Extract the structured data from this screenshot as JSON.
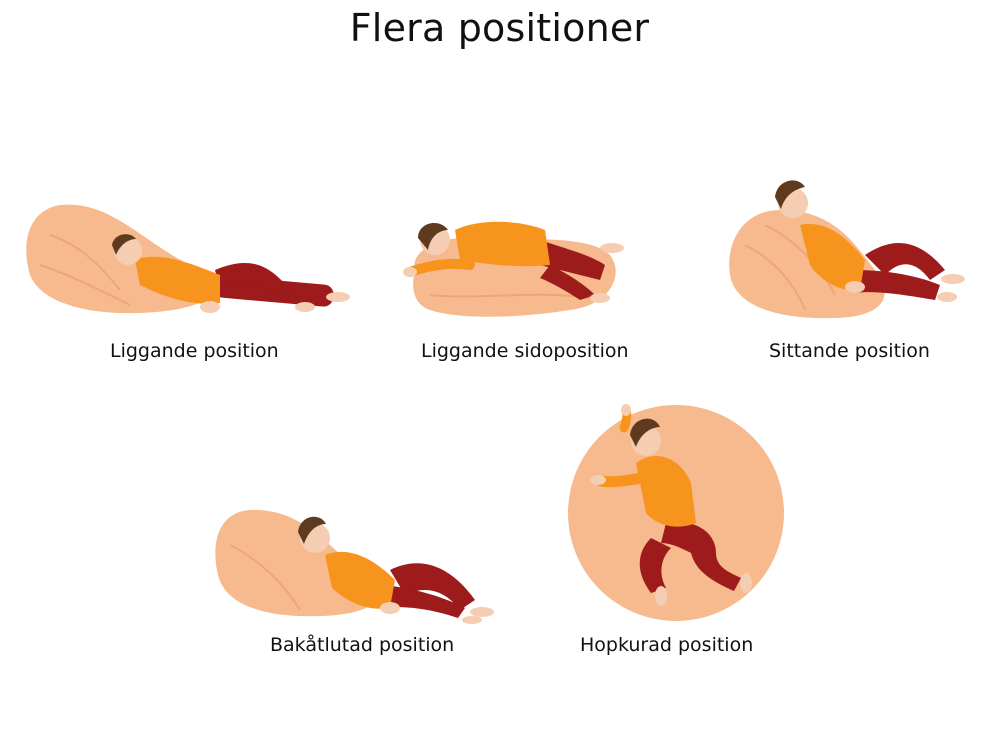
{
  "title": "Flera positioner",
  "colors": {
    "bag": "#F6BA8E",
    "bag_shade": "#EFA676",
    "shirt": "#F7941E",
    "pants": "#9E1B1B",
    "skin": "#F4CDB3",
    "hair": "#5E3A1E"
  },
  "positions": [
    {
      "label": "Liggande position"
    },
    {
      "label": "Liggande sidoposition"
    },
    {
      "label": "Sittande position"
    },
    {
      "label": "Bakåtlutad position"
    },
    {
      "label": "Hopkurad position"
    }
  ]
}
